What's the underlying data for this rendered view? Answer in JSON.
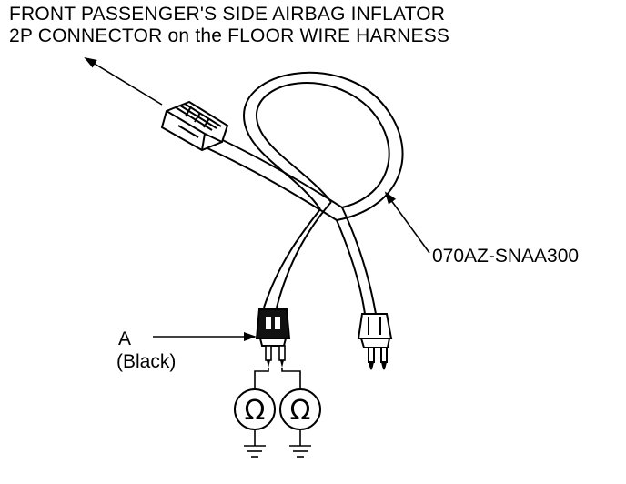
{
  "header": {
    "line1": "FRONT PASSENGER'S SIDE AIRBAG INFLATOR",
    "line2": "2P CONNECTOR on the FLOOR WIRE HARNESS"
  },
  "callouts": {
    "tool_part_number": "070AZ-SNAA300",
    "connector_a_letter": "A",
    "connector_a_color": "(Black)"
  },
  "meters": [
    {
      "symbol": "Ω"
    },
    {
      "symbol": "Ω"
    }
  ]
}
